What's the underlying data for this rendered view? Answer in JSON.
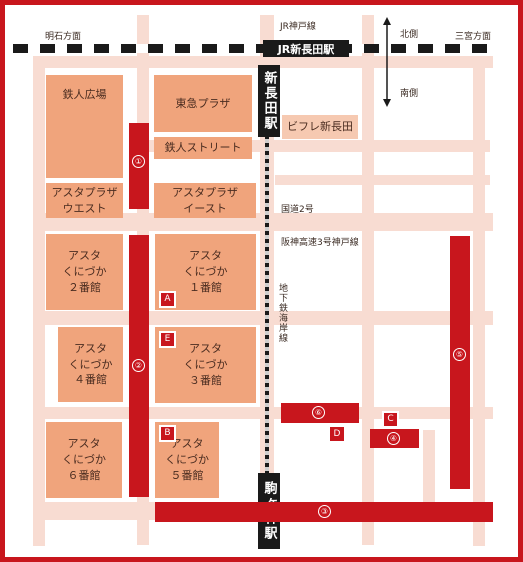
{
  "stations": {
    "jr_shin_nagata": "JR新長田駅",
    "shin_nagata": "新長田駅",
    "komagabayashi": "駒ヶ林駅"
  },
  "lines": {
    "jr_kobe": "JR神戸線",
    "route2": "国道2号",
    "hanshin_expressway": "阪神高速3号神戸線",
    "subway_kaigan": "地下鉄海岸線"
  },
  "directions": {
    "akashi": "明石方面",
    "sannomiya": "三宮方面",
    "north": "北側",
    "south": "南側"
  },
  "buildings": {
    "tetsujin_hiroba": "鉄人広場",
    "toyo_plaza": "東急プラザ",
    "tetsujin_street": "鉄人ストリート",
    "bifure": "ビフレ新長田",
    "asta_plaza_west": "アスタプラザ\nウエスト",
    "asta_plaza_east": "アスタプラザ\nイースト",
    "asta_2": "アスタ\nくにづか\n２番館",
    "asta_1": "アスタ\nくにづか\n１番館",
    "asta_4": "アスタ\nくにづか\n４番館",
    "asta_3": "アスタ\nくにづか\n３番館",
    "asta_6": "アスタ\nくにづか\n６番館",
    "asta_5": "アスタ\nくにづか\n５番館"
  },
  "parking_numbers": [
    "①",
    "②",
    "③",
    "④",
    "⑤",
    "⑥"
  ],
  "markers": [
    "A",
    "B",
    "C",
    "D",
    "E"
  ],
  "colors": {
    "frame": "#c8161d",
    "parking": "#c8161d",
    "building": "#f0a47c",
    "road": "#f8dcd2",
    "station": "#1a1a1a"
  }
}
